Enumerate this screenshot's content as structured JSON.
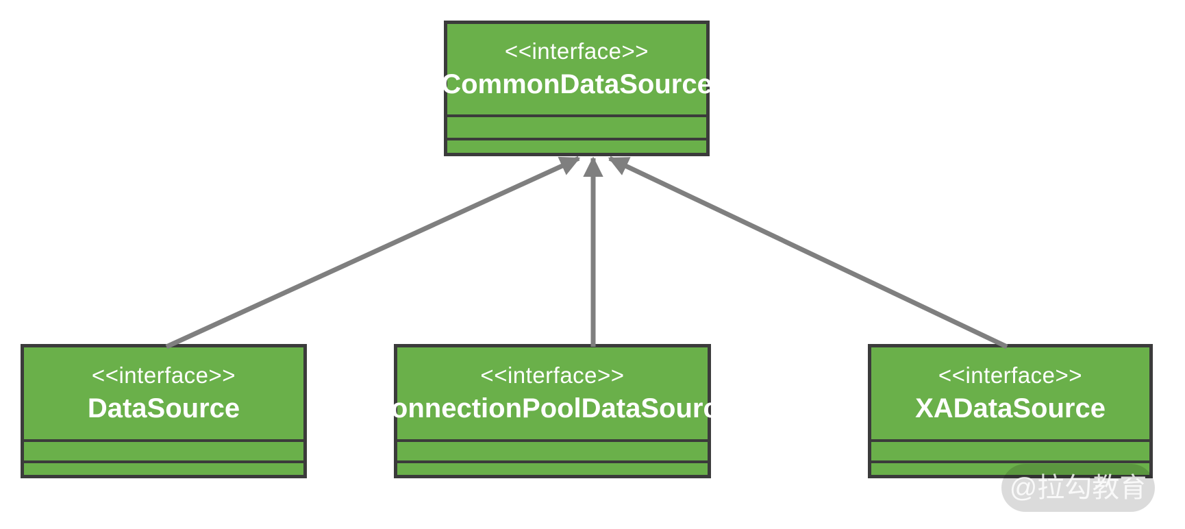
{
  "diagram_type": "uml-class-diagram",
  "classes": [
    {
      "stereotype": "<<interface>>",
      "name": "CommonDataSource"
    },
    {
      "stereotype": "<<interface>>",
      "name": "DataSource"
    },
    {
      "stereotype": "<<interface>>",
      "name": "ConnectionPoolDataSource"
    },
    {
      "stereotype": "<<interface>>",
      "name": "XADataSource"
    }
  ],
  "relations": [
    {
      "from": "DataSource",
      "to": "CommonDataSource",
      "arrow": "solid-arrowhead"
    },
    {
      "from": "ConnectionPoolDataSource",
      "to": "CommonDataSource",
      "arrow": "solid-arrowhead"
    },
    {
      "from": "XADataSource",
      "to": "CommonDataSource",
      "arrow": "solid-arrowhead"
    }
  ],
  "colors": {
    "box_fill": "#6ab04a",
    "box_border": "#3b3b3b",
    "text": "#ffffff",
    "arrow": "#7f7f7f",
    "background": "#ffffff"
  },
  "watermark": {
    "text": "@拉勾教育"
  }
}
